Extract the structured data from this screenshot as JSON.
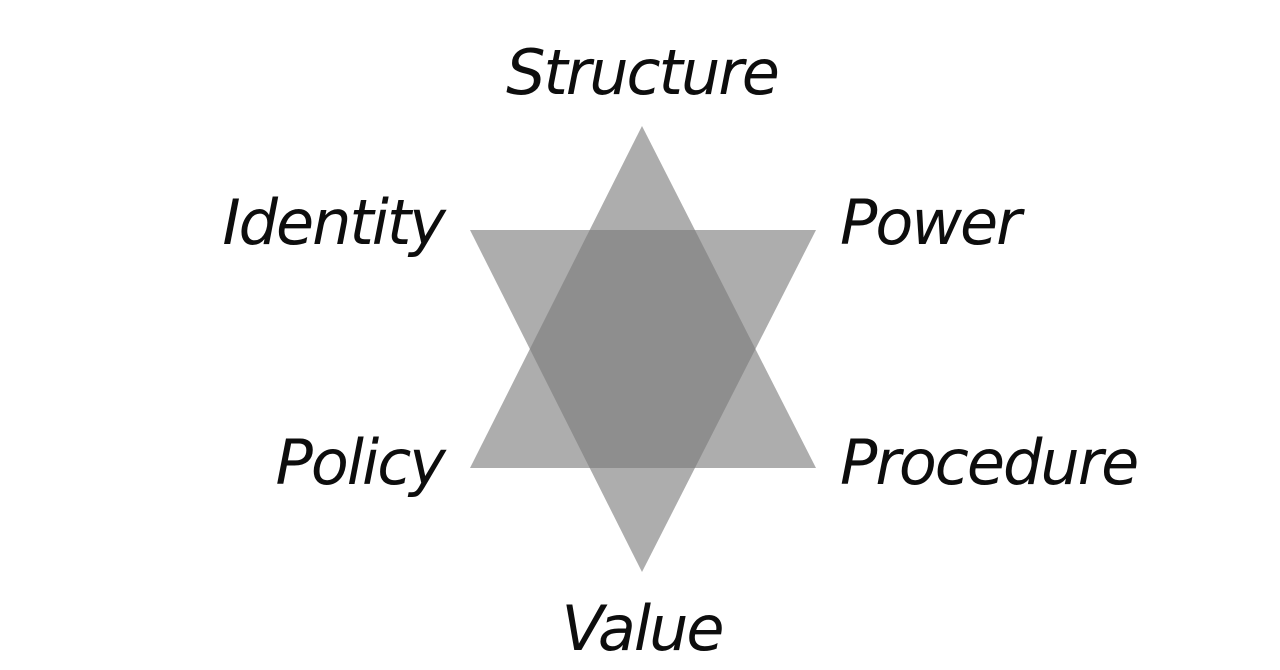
{
  "diagram": {
    "labels": {
      "top": "Structure",
      "upper_left": "Identity",
      "upper_right": "Power",
      "lower_left": "Policy",
      "lower_right": "Procedure",
      "bottom": "Value"
    },
    "colors": {
      "triangle_fill": "#7a7a7a",
      "overlap_fill": "#7c7c7c",
      "single_fill": "#ababab",
      "text": "#0d0d0d",
      "background": "#ffffff"
    }
  }
}
